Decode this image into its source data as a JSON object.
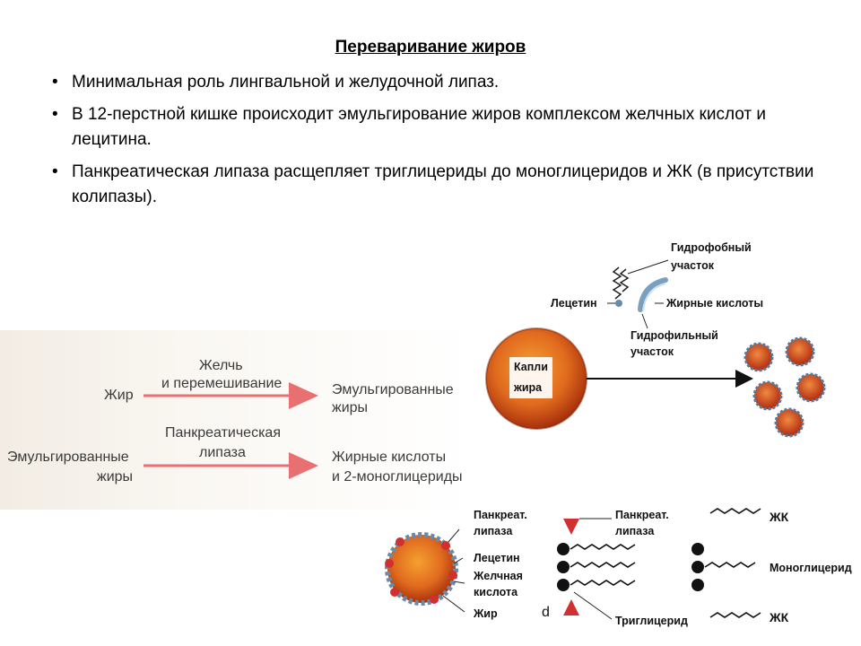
{
  "title": "Переваривание жиров",
  "bullets": [
    "Минимальная роль лингвальной и желудочной липаз.",
    "В 12-перстной кишке происходит эмульгирование жиров комплексом желчных кислот и лецитина.",
    "Панкреатическая липаза расщепляет триглицериды до моноглицеридов и ЖК (в присутствии колипазы)."
  ],
  "flow": {
    "row1_input": "Жир",
    "row1_above_1": "Желчь",
    "row1_above_2": "и перемешивание",
    "row1_output_1": "Эмульгированные",
    "row1_output_2": "жиры",
    "row2_input_1": "Эмульгированные",
    "row2_input_2": "жиры",
    "row2_above_1": "Панкреатическая",
    "row2_above_2": "липаза",
    "row2_output_1": "Жирные кислоты",
    "row2_output_2": "и 2-моноглицериды"
  },
  "micelle": {
    "hydrophobic_1": "Гидрофобный",
    "hydrophobic_2": "участок",
    "lecithin": "Лецетин",
    "fatty_acids": "Жирные кислоты",
    "hydrophilic_1": "Гидрофильный",
    "hydrophilic_2": "участок",
    "droplet_1": "Капли",
    "droplet_2": "жира"
  },
  "bottom": {
    "lipase_1": "Панкреат.",
    "lipase_2": "липаза",
    "lecithin": "Лецетин",
    "bile_1": "Желчная",
    "bile_2": "кислота",
    "fat": "Жир",
    "d": "d",
    "lipase2_1": "Панкреат.",
    "lipase2_2": "липаза",
    "triglyceride": "Триглицерид",
    "fa_top": "ЖК",
    "monoglyceride": "Моноглицерид",
    "fa_bottom": "ЖК"
  },
  "colors": {
    "arrow": "#e87070",
    "droplet_core": "#e8782a",
    "droplet_dark": "#b83a10",
    "membrane": "#6a8aaa"
  }
}
